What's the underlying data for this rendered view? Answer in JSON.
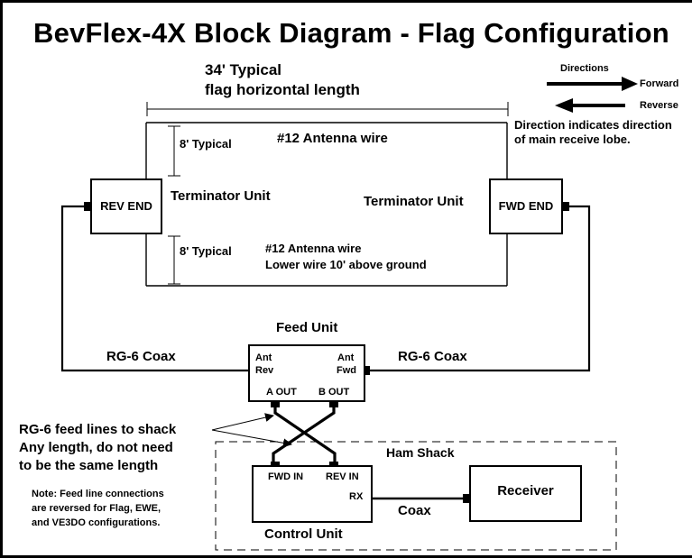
{
  "diagram": {
    "title": "BevFlex-4X Block Diagram - Flag Configuration",
    "dimension": {
      "line1": "34' Typical",
      "line2": "flag horizontal length"
    },
    "legend": {
      "heading": "Directions",
      "forward": "Forward",
      "reverse": "Reverse",
      "note_line1": "Direction indicates direction",
      "note_line2": "of main receive lobe."
    },
    "top_height": "8' Typical",
    "bottom_height": "8' Typical",
    "top_wire": "#12 Antenna wire",
    "bottom_wire_line1": "#12 Antenna wire",
    "bottom_wire_line2": "Lower wire 10' above ground",
    "rev_end": "REV END",
    "fwd_end": "FWD END",
    "terminator_left": "Terminator Unit",
    "terminator_right": "Terminator Unit",
    "feed_unit": {
      "label": "Feed Unit",
      "ant_rev_1": "Ant",
      "ant_rev_2": "Rev",
      "ant_fwd_1": "Ant",
      "ant_fwd_2": "Fwd",
      "a_out": "A OUT",
      "b_out": "B OUT"
    },
    "coax_left": "RG-6 Coax",
    "coax_right": "RG-6 Coax",
    "feed_lines_1": "RG-6 feed lines to shack",
    "feed_lines_2": "Any length, do not need",
    "feed_lines_3": "to be the same length",
    "note_1": "Note: Feed line connections",
    "note_2": "are reversed for Flag, EWE,",
    "note_3": "and VE3DO configurations.",
    "ham_shack": "Ham Shack",
    "control_unit": {
      "label": "Control Unit",
      "fwd_in": "FWD IN",
      "rev_in": "REV IN",
      "rx": "RX"
    },
    "coax_link": "Coax",
    "receiver": "Receiver"
  }
}
